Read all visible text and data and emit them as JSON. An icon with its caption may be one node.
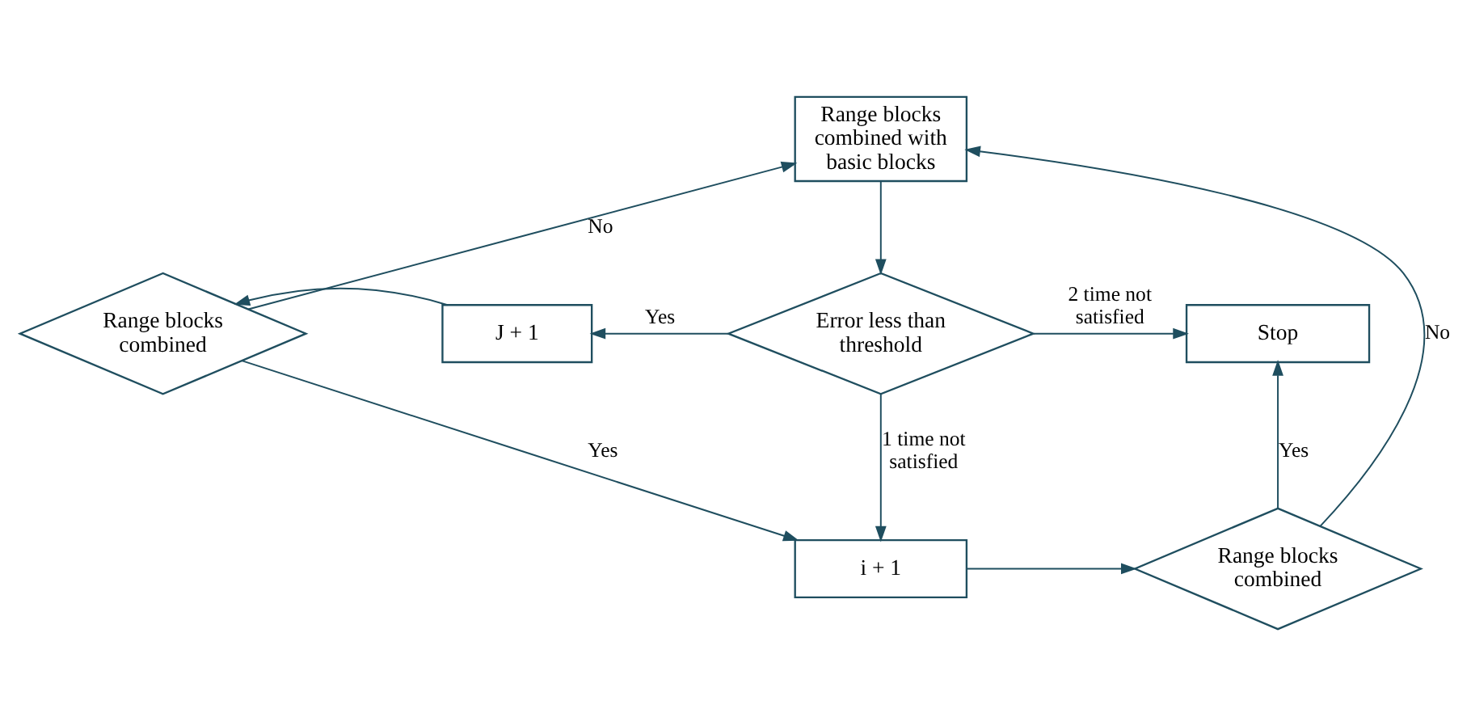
{
  "diagram": {
    "nodes": [
      {
        "text": [
          "Range blocks combined with basic blocks"
        ]
      },
      {
        "text": [
          "Error less than threshold"
        ]
      },
      {
        "text": [
          "J + 1"
        ]
      },
      {
        "text": [
          "Range blocks combined"
        ]
      },
      {
        "text": [
          "Stop"
        ]
      },
      {
        "text": [
          "i + 1"
        ]
      },
      {
        "text": [
          "Range blocks combined"
        ]
      }
    ],
    "edges": [
      {
        "from": 0,
        "to": 1,
        "arrow": "to"
      },
      {
        "from": 1,
        "to": 2,
        "arrow": "to",
        "label": "Yes"
      },
      {
        "from": 2,
        "to": 3,
        "arrow": "to"
      },
      {
        "from": 3,
        "to": 0,
        "arrow": "to",
        "label": "No"
      },
      {
        "from": 3,
        "to": 5,
        "arrow": "to",
        "label": "Yes"
      },
      {
        "from": 1,
        "to": 4,
        "arrow": "to",
        "label": "2 time not satisfied"
      },
      {
        "from": 1,
        "to": 5,
        "arrow": "to",
        "label": "1 time not satisfied"
      },
      {
        "from": 5,
        "to": 6,
        "arrow": "to"
      },
      {
        "from": 6,
        "to": 4,
        "arrow": "to",
        "label": "Yes"
      },
      {
        "from": 6,
        "to": 0,
        "arrow": "to",
        "label": "No"
      }
    ]
  }
}
